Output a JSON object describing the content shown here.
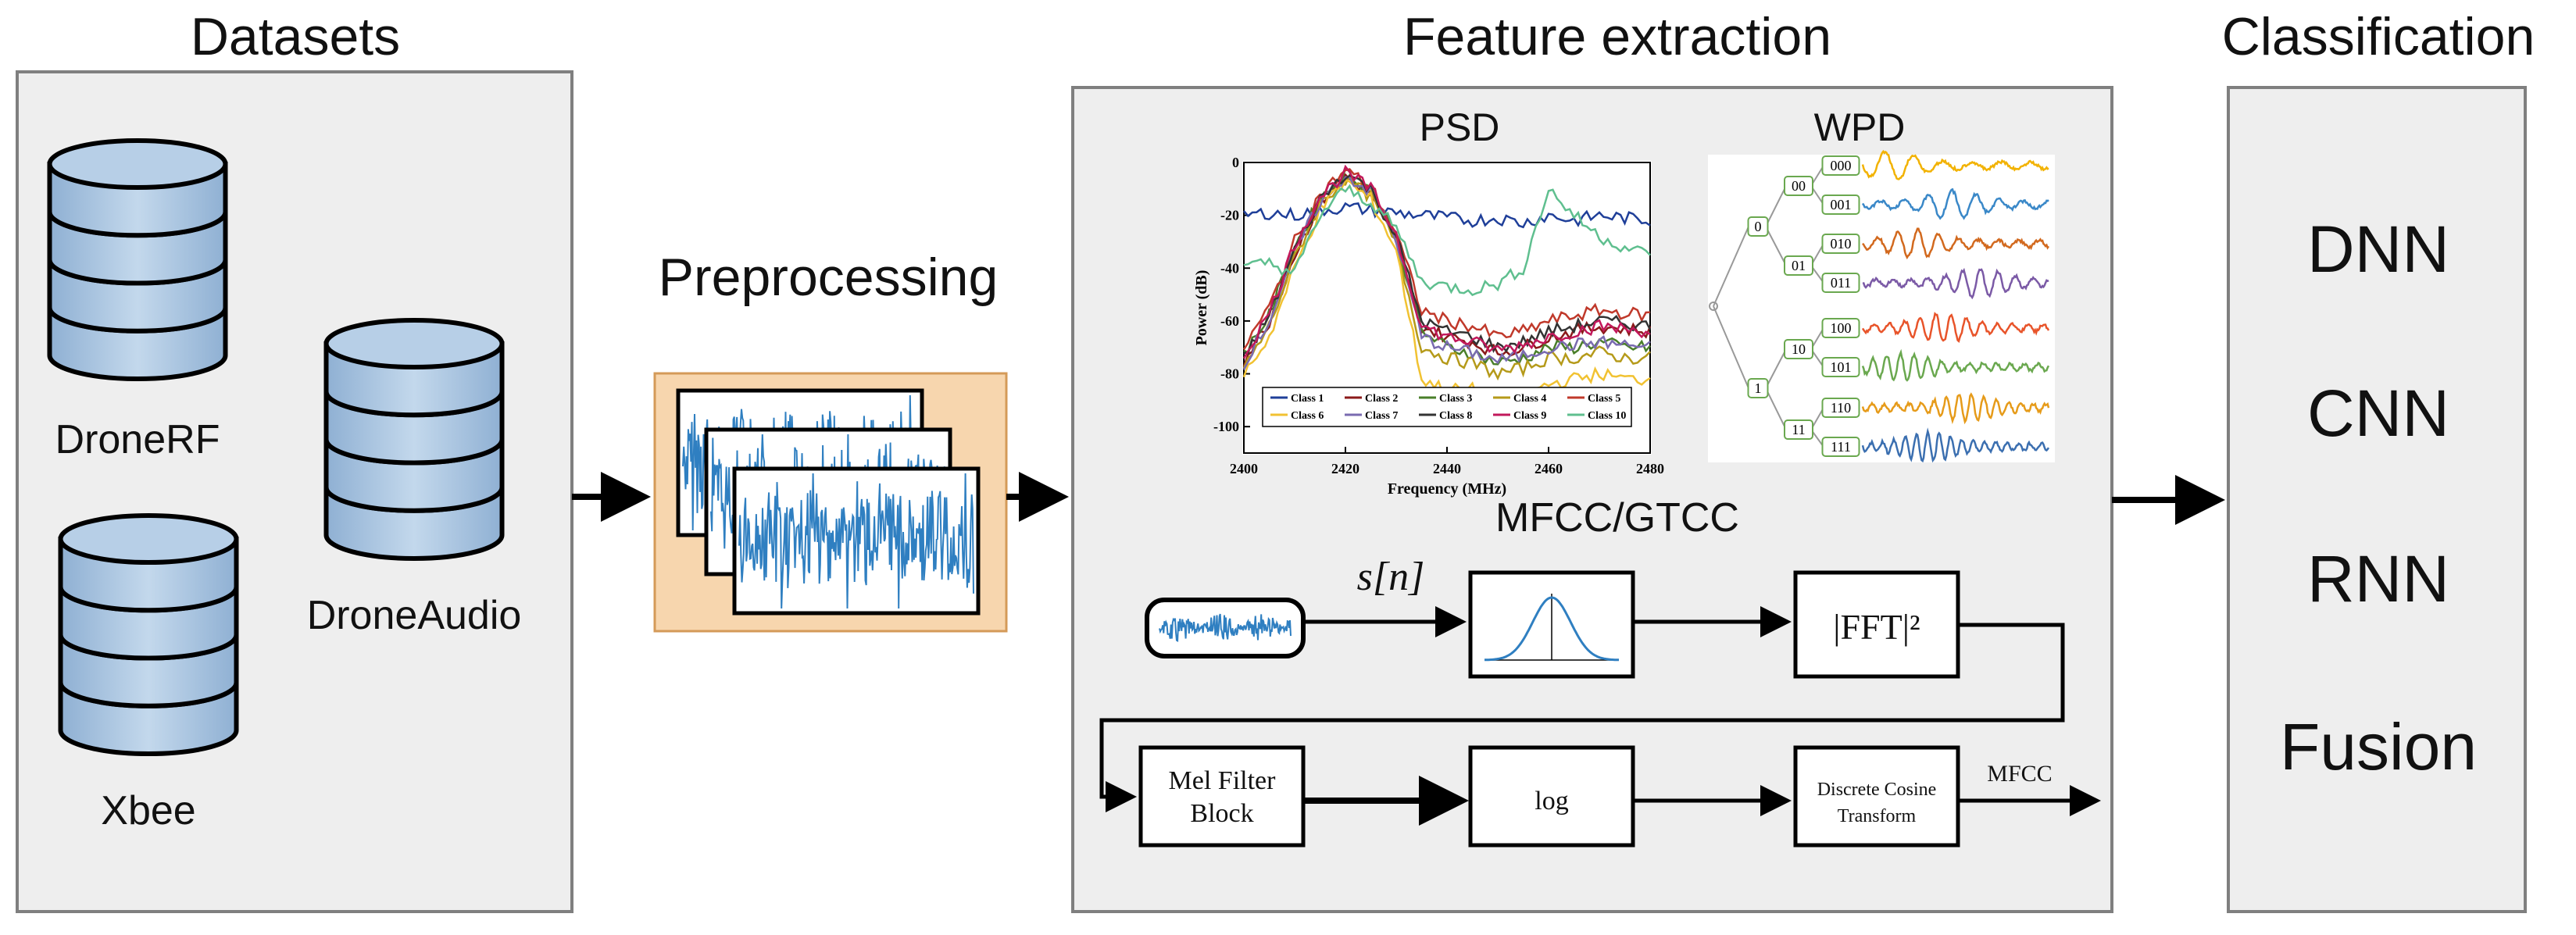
{
  "datasets": {
    "title": "Datasets",
    "items": [
      "DroneRF",
      "Xbee",
      "DroneAudio"
    ]
  },
  "preprocessing": {
    "title": "Preprocessing"
  },
  "feature_extraction": {
    "title": "Feature extraction",
    "psd": {
      "title": "PSD",
      "chart_data": {
        "type": "line",
        "xlabel": "Frequency (MHz)",
        "ylabel": "Power (dB)",
        "xlim": [
          2400,
          2480
        ],
        "ylim": [
          -110,
          0
        ],
        "x_ticks": [
          "2400",
          "2420",
          "2440",
          "2460",
          "2480"
        ],
        "y_ticks": [
          "0",
          "-20",
          "-40",
          "-60",
          "-80",
          "-100"
        ],
        "series": [
          {
            "name": "Class 1",
            "color": "#1f3f99",
            "x": [
              2400,
              2405,
              2410,
              2415,
              2420,
              2425,
              2430,
              2435,
              2440,
              2445,
              2450,
              2455,
              2460,
              2465,
              2470,
              2475,
              2480
            ],
            "y": [
              -20,
              -19,
              -20,
              -18,
              -17,
              -18,
              -19,
              -20,
              -21,
              -22,
              -21,
              -23,
              -20,
              -22,
              -20,
              -21,
              -22
            ]
          },
          {
            "name": "Class 2",
            "color": "#8b1a1a",
            "x": [
              2400,
              2405,
              2410,
              2415,
              2420,
              2425,
              2430,
              2435,
              2440,
              2445,
              2450,
              2455,
              2460,
              2465,
              2470,
              2475,
              2480
            ],
            "y": [
              -75,
              -60,
              -35,
              -15,
              -5,
              -12,
              -30,
              -62,
              -66,
              -68,
              -72,
              -70,
              -66,
              -64,
              -62,
              -63,
              -64
            ]
          },
          {
            "name": "Class 3",
            "color": "#4a7f2a",
            "x": [
              2400,
              2405,
              2410,
              2415,
              2420,
              2425,
              2430,
              2435,
              2440,
              2445,
              2450,
              2455,
              2460,
              2465,
              2470,
              2475,
              2480
            ],
            "y": [
              -72,
              -58,
              -32,
              -14,
              -4,
              -10,
              -28,
              -64,
              -70,
              -72,
              -76,
              -74,
              -70,
              -70,
              -68,
              -70,
              -70
            ]
          },
          {
            "name": "Class 4",
            "color": "#b59a1a",
            "x": [
              2400,
              2405,
              2410,
              2415,
              2420,
              2425,
              2430,
              2435,
              2440,
              2445,
              2450,
              2455,
              2460,
              2465,
              2470,
              2475,
              2480
            ],
            "y": [
              -78,
              -62,
              -36,
              -16,
              -6,
              -13,
              -31,
              -70,
              -74,
              -76,
              -80,
              -78,
              -74,
              -74,
              -72,
              -74,
              -74
            ]
          },
          {
            "name": "Class 5",
            "color": "#c0392b",
            "x": [
              2400,
              2405,
              2410,
              2415,
              2420,
              2425,
              2430,
              2435,
              2440,
              2445,
              2450,
              2455,
              2460,
              2465,
              2470,
              2475,
              2480
            ],
            "y": [
              -70,
              -55,
              -30,
              -12,
              -3,
              -9,
              -27,
              -56,
              -60,
              -62,
              -66,
              -64,
              -60,
              -58,
              -56,
              -57,
              -58
            ]
          },
          {
            "name": "Class 6",
            "color": "#f1c232",
            "x": [
              2400,
              2405,
              2410,
              2415,
              2420,
              2425,
              2430,
              2435,
              2440,
              2445,
              2450,
              2455,
              2460,
              2465,
              2470,
              2475,
              2480
            ],
            "y": [
              -80,
              -66,
              -40,
              -18,
              -7,
              -14,
              -33,
              -82,
              -86,
              -86,
              -90,
              -88,
              -84,
              -82,
              -80,
              -82,
              -82
            ]
          },
          {
            "name": "Class 7",
            "color": "#7a6bb0",
            "x": [
              2400,
              2405,
              2410,
              2415,
              2420,
              2425,
              2430,
              2435,
              2440,
              2445,
              2450,
              2455,
              2460,
              2465,
              2470,
              2475,
              2480
            ],
            "y": [
              -76,
              -60,
              -34,
              -15,
              -5,
              -11,
              -29,
              -66,
              -70,
              -72,
              -75,
              -73,
              -70,
              -69,
              -68,
              -69,
              -70
            ]
          },
          {
            "name": "Class 8",
            "color": "#333333",
            "x": [
              2400,
              2405,
              2410,
              2415,
              2420,
              2425,
              2430,
              2435,
              2440,
              2445,
              2450,
              2455,
              2460,
              2465,
              2470,
              2475,
              2480
            ],
            "y": [
              -74,
              -58,
              -33,
              -14,
              -4,
              -10,
              -28,
              -60,
              -64,
              -66,
              -70,
              -68,
              -64,
              -62,
              -60,
              -61,
              -62
            ]
          },
          {
            "name": "Class 9",
            "color": "#c2185b",
            "x": [
              2400,
              2405,
              2410,
              2415,
              2420,
              2425,
              2430,
              2435,
              2440,
              2445,
              2450,
              2455,
              2460,
              2465,
              2470,
              2475,
              2480
            ],
            "y": [
              -73,
              -57,
              -31,
              -13,
              -4,
              -10,
              -27,
              -62,
              -66,
              -68,
              -71,
              -69,
              -66,
              -64,
              -62,
              -63,
              -64
            ]
          },
          {
            "name": "Class 10",
            "color": "#5fbf8f",
            "x": [
              2400,
              2405,
              2410,
              2415,
              2420,
              2425,
              2430,
              2435,
              2440,
              2445,
              2450,
              2455,
              2460,
              2465,
              2470,
              2475,
              2480
            ],
            "y": [
              -40,
              -38,
              -42,
              -20,
              -10,
              -15,
              -25,
              -45,
              -47,
              -48,
              -46,
              -40,
              -10,
              -20,
              -28,
              -32,
              -35
            ]
          }
        ]
      }
    },
    "wpd": {
      "title": "WPD",
      "level1": [
        "0",
        "1"
      ],
      "level2": [
        "00",
        "01",
        "10",
        "11"
      ],
      "level3": [
        "000",
        "001",
        "010",
        "011",
        "100",
        "101",
        "110",
        "111"
      ],
      "wave_colors": [
        "#f2b200",
        "#3a88c8",
        "#d2691e",
        "#7b5aa6",
        "#e8542a",
        "#6aa84f",
        "#e69b1a",
        "#3b6fb0"
      ]
    },
    "mfcc": {
      "title": "MFCC/GTCC",
      "signal_label": "s[n]",
      "fft_label": "|FFT|²",
      "mel_label_1": "Mel Filter",
      "mel_label_2": "Block",
      "log_label": "log",
      "dct_label_1": "Discrete Cosine",
      "dct_label_2": "Transform",
      "output_label": "MFCC"
    }
  },
  "classification": {
    "title": "Classification",
    "items": [
      "DNN",
      "CNN",
      "RNN",
      "Fusion"
    ]
  },
  "colors": {
    "panel_fill": "#eeeeee",
    "panel_stroke": "#7f7f7f",
    "cylinder_fill": "#b0cbe4",
    "preproc_bg": "#f7d6ae",
    "signal_blue": "#2f7fc1"
  }
}
